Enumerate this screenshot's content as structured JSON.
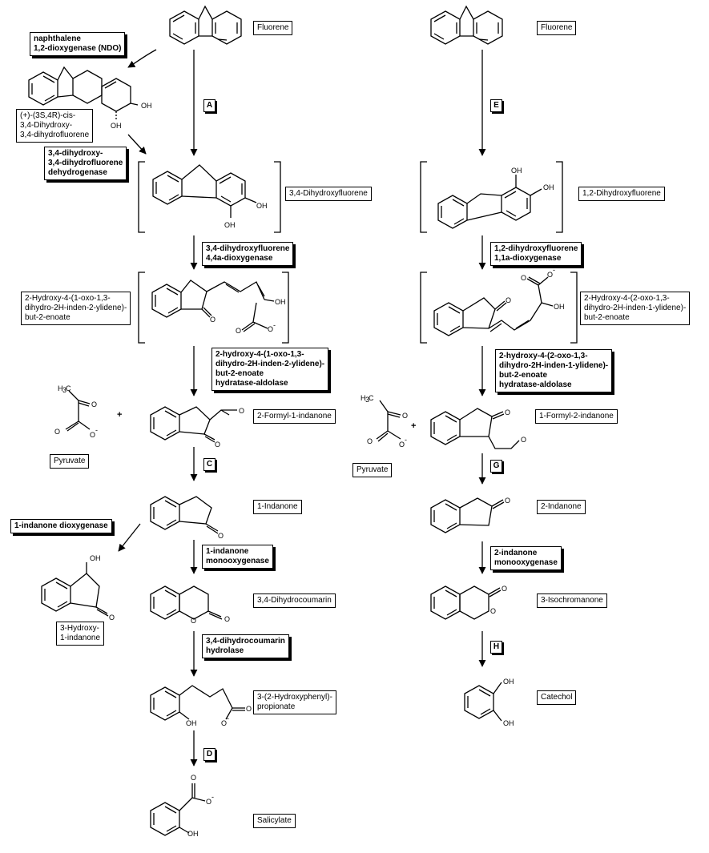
{
  "left_pathway": {
    "compounds": {
      "fluorene": "Fluorene",
      "cis_dihydrodiol": "(+)-(3S,4R)-cis-\n3,4-Dihydroxy-\n3,4-dihydrofluorene",
      "dihydroxyfluorene": "3,4-Dihydroxyfluorene",
      "ring_cleavage": "2-Hydroxy-4-(1-oxo-1,3-\ndihydro-2H-inden-2-ylidene)-\nbut-2-enoate",
      "formyl_indanone": "2-Formyl-1-indanone",
      "pyruvate": "Pyruvate",
      "indanone": "1-Indanone",
      "hydroxy_indanone": "3-Hydroxy-\n1-indanone",
      "dihydrocoumarin": "3,4-Dihydrocoumarin",
      "hydroxyphenylpropionate": "3-(2-Hydroxyphenyl)-\npropionate",
      "salicylate": "Salicylate"
    },
    "enzymes": {
      "ndo": "naphthalene\n1,2-dioxygenase (NDO)",
      "dehydrogenase": "3,4-dihydroxy-\n3,4-dihydrofluorene\ndehydrogenase",
      "dioxygenase": "3,4-dihydroxyfluorene\n4,4a-dioxygenase",
      "hydratase": "2-hydroxy-4-(1-oxo-1,3-\ndihydro-2H-inden-2-ylidene)-\nbut-2-enoate\nhydratase-aldolase",
      "indanone_dioxygenase": "1-indanone dioxygenase",
      "indanone_monooxygenase": "1-indanone\nmonooxygenase",
      "hydrolase": "3,4-dihydrocoumarin\nhydrolase"
    },
    "steps": {
      "a": "A",
      "c": "C",
      "d": "D"
    }
  },
  "right_pathway": {
    "compounds": {
      "fluorene": "Fluorene",
      "dihydroxyfluorene": "1,2-Dihydroxyfluorene",
      "ring_cleavage": "2-Hydroxy-4-(2-oxo-1,3-\ndihydro-2H-inden-1-ylidene)-\nbut-2-enoate",
      "formyl_indanone": "1-Formyl-2-indanone",
      "pyruvate": "Pyruvate",
      "indanone": "2-Indanone",
      "isochromanone": "3-Isochromanone",
      "catechol": "Catechol"
    },
    "enzymes": {
      "dioxygenase": "1,2-dihydroxyfluorene\n1,1a-dioxygenase",
      "hydratase": "2-hydroxy-4-(2-oxo-1,3-\ndihydro-2H-inden-1-ylidene)-\nbut-2-enoate\nhydratase-aldolase",
      "monooxygenase": "2-indanone\nmonooxygenase"
    },
    "steps": {
      "e": "E",
      "g": "G",
      "h": "H"
    }
  },
  "atom_labels": {
    "oh": "OH",
    "o": "O",
    "o_minus": "O",
    "minus": "-",
    "ch3": "H",
    "ch3_c": "C",
    "ch3_3": "3",
    "plus": "+"
  }
}
